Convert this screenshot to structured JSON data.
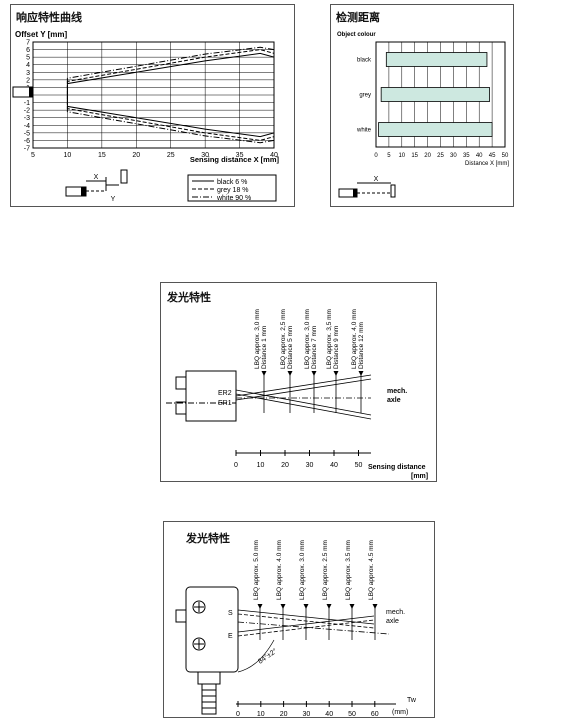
{
  "response_panel": {
    "title": "响应特性曲线",
    "y_axis_label": "Offset Y [mm]",
    "x_axis_label": "Sensing distance X [mm]",
    "y_ticks": [
      "7",
      "6",
      "5",
      "4",
      "3",
      "2",
      "1",
      "0",
      "-1",
      "-2",
      "-3",
      "-4",
      "-5",
      "-6",
      "-7"
    ],
    "x_ticks": [
      "5",
      "10",
      "15",
      "20",
      "25",
      "30",
      "35",
      "40"
    ],
    "legend": [
      "black 6 %",
      "grey 18 %",
      "white 90 %"
    ],
    "sensor_x_label": "X",
    "sensor_y_label": "Y"
  },
  "distance_panel": {
    "title": "检测距离",
    "legend_title": "Object colour",
    "x_axis_label": "Distance X [mm]",
    "sensor_x_label": "X",
    "x_ticks": [
      "0",
      "5",
      "10",
      "15",
      "20",
      "25",
      "30",
      "35",
      "40",
      "45",
      "50"
    ],
    "bar_color": "#cde8e0"
  },
  "emission_panel_1": {
    "title": "发光特性",
    "columns": [
      {
        "lbq": "LBQ approx. 3,0 mm",
        "distance": "Distance 1 mm"
      },
      {
        "lbq": "LBQ approx. 2,5 mm",
        "distance": "Distance 5 mm"
      },
      {
        "lbq": "LBQ approx. 3,0 mm",
        "distance": "Distance 7 mm"
      },
      {
        "lbq": "LBQ approx. 3,5 mm",
        "distance": "Distance 9 mm"
      },
      {
        "lbq": "LBQ approx. 4,0 mm",
        "distance": "Distance 12 mm"
      }
    ],
    "er2": "ER2",
    "er1": "ER1",
    "mech_axle": "mech.\naxle",
    "x_ticks": [
      "0",
      "10",
      "20",
      "30",
      "40",
      "50"
    ],
    "x_axis_label": "Sensing distance",
    "x_axis_unit": "[mm]"
  },
  "emission_panel_2": {
    "title": "发光特性",
    "columns": [
      "LBQ approx. 5.0 mm",
      "LBQ approx. 4.0 mm",
      "LBQ approx. 3.0 mm",
      "LBQ approx. 2.5 mm",
      "LBQ approx. 3.5 mm",
      "LBQ approx. 4.5 mm"
    ],
    "s_label": "S",
    "e_label": "E",
    "angle_label": "84°±2°",
    "mech_axle": "mech.\naxle",
    "x_ticks": [
      "0",
      "10",
      "20",
      "30",
      "40",
      "50",
      "60"
    ],
    "tw_label": "Tw",
    "unit_label": "(mm)"
  },
  "chart_data": [
    {
      "type": "bar",
      "title": "检测距离",
      "xlabel": "Distance X [mm]",
      "ylabel": "Object colour",
      "xlim": [
        0,
        50
      ],
      "categories": [
        "black",
        "grey",
        "white"
      ],
      "ranges": [
        [
          4,
          43
        ],
        [
          2,
          44
        ],
        [
          1,
          45
        ]
      ]
    },
    {
      "type": "line",
      "title": "响应特性曲线",
      "xlabel": "Sensing distance X [mm]",
      "ylabel": "Offset Y [mm]",
      "xlim": [
        5,
        40
      ],
      "ylim": [
        -7,
        7
      ],
      "series": [
        {
          "name": "black 6 %",
          "x": [
            10,
            20,
            30,
            38,
            40
          ],
          "upper": [
            1.5,
            3.0,
            4.5,
            5.5,
            5.0
          ],
          "lower": [
            -1.5,
            -3.0,
            -4.5,
            -5.5,
            -5.0
          ]
        },
        {
          "name": "grey 18 %",
          "x": [
            10,
            20,
            30,
            38,
            40
          ],
          "upper": [
            1.8,
            3.4,
            5.0,
            6.0,
            5.5
          ],
          "lower": [
            -1.8,
            -3.4,
            -5.0,
            -6.0,
            -5.5
          ]
        },
        {
          "name": "white 90 %",
          "x": [
            10,
            20,
            30,
            38,
            40
          ],
          "upper": [
            2.2,
            3.8,
            5.4,
            6.3,
            6.0
          ],
          "lower": [
            -2.2,
            -3.8,
            -5.4,
            -6.3,
            -6.0
          ]
        }
      ]
    }
  ]
}
